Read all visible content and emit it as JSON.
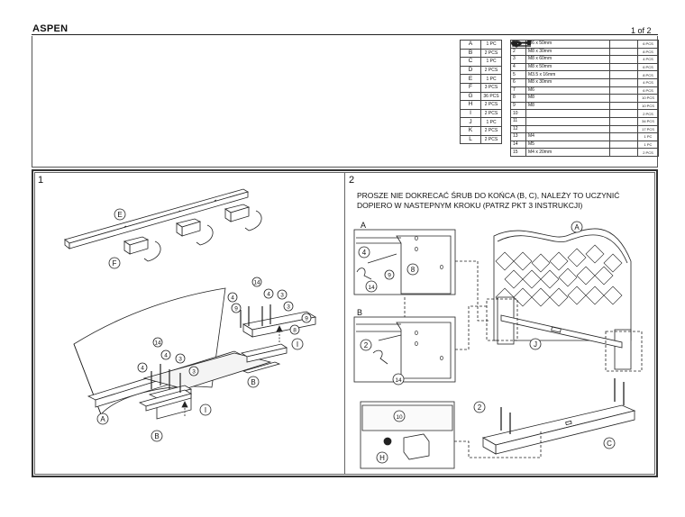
{
  "header": {
    "title": "ASPEN",
    "page": "1 of 2"
  },
  "parts_letters": [
    {
      "letter": "A",
      "qty": "1 PC"
    },
    {
      "letter": "B",
      "qty": "2 PCS"
    },
    {
      "letter": "C",
      "qty": "1 PC"
    },
    {
      "letter": "D",
      "qty": "2 PCS"
    },
    {
      "letter": "E",
      "qty": "1 PC"
    },
    {
      "letter": "F",
      "qty": "3 PCS"
    },
    {
      "letter": "G",
      "qty": "36 PCS"
    },
    {
      "letter": "H",
      "qty": "2 PCS"
    },
    {
      "letter": "I",
      "qty": "2 PCS"
    },
    {
      "letter": "J",
      "qty": "1 PC"
    },
    {
      "letter": "K",
      "qty": "2 PCS"
    },
    {
      "letter": "L",
      "qty": "2 PCS"
    }
  ],
  "parts_hardware": [
    {
      "num": "1",
      "spec": "M6 x 50mm",
      "icon": "bolt-icon",
      "qty": "6 PCS"
    },
    {
      "num": "2",
      "spec": "M8 x 30mm",
      "icon": "bolt-icon",
      "qty": "8 PCS"
    },
    {
      "num": "3",
      "spec": "M8 x 60mm",
      "icon": "bolt-icon",
      "qty": "4 PCS"
    },
    {
      "num": "4",
      "spec": "M8 x 50mm",
      "icon": "bolt-icon",
      "qty": "6 PCS"
    },
    {
      "num": "5",
      "spec": "M3.5 x 16mm",
      "icon": "screw-icon",
      "qty": "8 PCS"
    },
    {
      "num": "6",
      "spec": "M8 x 30mm",
      "icon": "bolt-icon",
      "qty": "4 PCS"
    },
    {
      "num": "7",
      "spec": "M6",
      "icon": "washer-icon",
      "qty": "6 PCS"
    },
    {
      "num": "8",
      "spec": "M8",
      "icon": "washer-icon",
      "qty": "10 PCS"
    },
    {
      "num": "9",
      "spec": "M8",
      "icon": "spring-washer-icon",
      "qty": "10 PCS"
    },
    {
      "num": "10",
      "spec": "",
      "icon": "dot-icon",
      "qty": "2 PCS"
    },
    {
      "num": "11",
      "spec": "",
      "icon": "connector-icon",
      "qty": "34 PCS"
    },
    {
      "num": "12",
      "spec": "",
      "icon": "connector-icon",
      "qty": "17 PCS"
    },
    {
      "num": "13",
      "spec": "M4",
      "icon": "allen-key-icon",
      "qty": "1 PC"
    },
    {
      "num": "14",
      "spec": "M5",
      "icon": "allen-key-icon",
      "qty": "1 PC"
    },
    {
      "num": "15",
      "spec": "M4 x 20mm",
      "icon": "screw-icon",
      "qty": "2 PCS"
    }
  ],
  "step1": {
    "number": "1"
  },
  "step2": {
    "number": "2",
    "instruction_line1": "PROSZE NIE DOKRECAĆ ŚRUB DO KOŃCA (B, C), NALEŻY TO UCZYNIĆ",
    "instruction_line2": "DOPIERO W NASTEPNYM KROKU (PATRZ PKT 3 INSTRUKCJI)",
    "detail_a": "A",
    "detail_b": "B"
  },
  "callouts": {
    "A": "A",
    "B": "B",
    "C": "C",
    "E": "E",
    "F": "F",
    "H": "H",
    "I": "I",
    "J": "J",
    "n0": "0",
    "n2": "2",
    "n3": "3",
    "n4": "4",
    "n8": "8",
    "n9": "9",
    "n10": "10",
    "n14": "14"
  }
}
